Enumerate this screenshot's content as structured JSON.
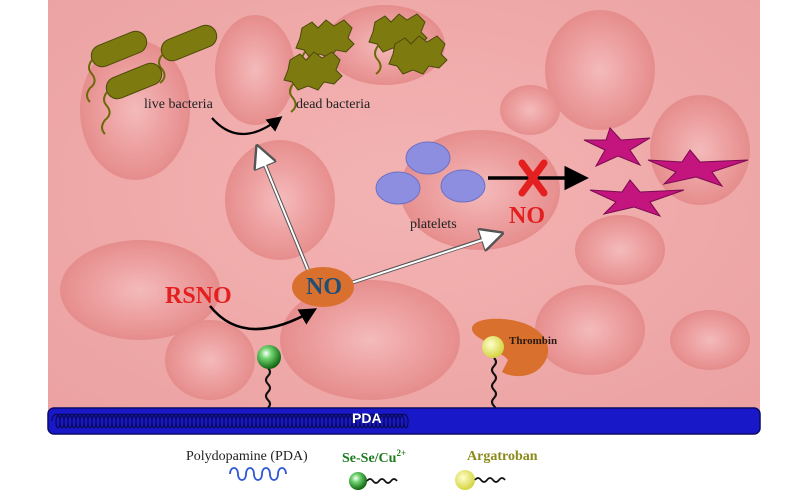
{
  "labels": {
    "live_bacteria": "live bacteria",
    "dead_bacteria": "dead bacteria",
    "platelets": "platelets",
    "no_inhibit": "NO",
    "no_center": "NO",
    "rsno": "RSNO",
    "thrombin": "Thrombin",
    "pda": "PDA"
  },
  "legend": {
    "polydopamine": "Polydopamine (PDA)",
    "sese_base": "Se-Se/Cu",
    "sese_sup": "2+",
    "argatroban": "Argatroban"
  },
  "colors": {
    "bacteria": "#7d7a10",
    "platelet": "#8d8ee0",
    "star": "#c4147e",
    "inhibit_x": "#e3201f",
    "no_ellipse": "#d9702e",
    "pda_bar": "#1818c8",
    "green_sphere": "#2fa52f",
    "yellow_sphere": "#dede4a",
    "thrombin": "#d9702e"
  }
}
